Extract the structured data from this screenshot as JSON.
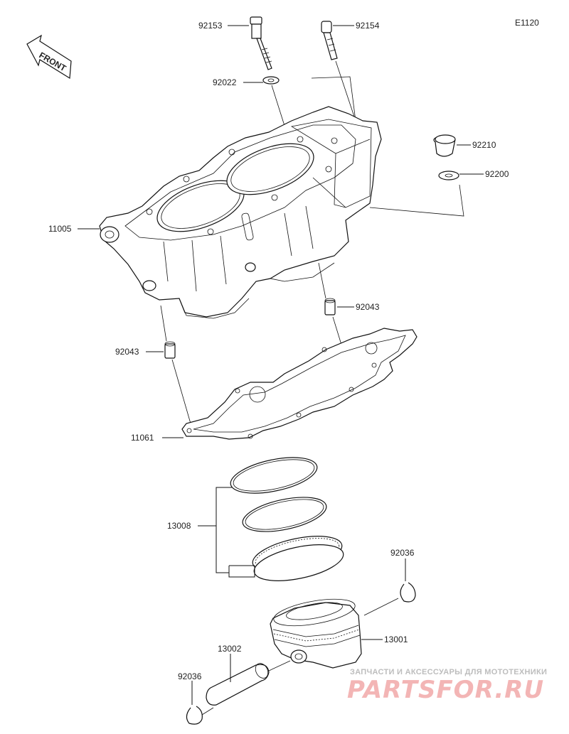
{
  "diagram_code": "E1120",
  "front_label": "FRONT",
  "parts": {
    "bolt_92153": "92153",
    "bolt_92154": "92154",
    "washer_92022": "92022",
    "collar_92210": "92210",
    "washer_92200": "92200",
    "cylinder_11005": "11005",
    "dowel_92043_right": "92043",
    "dowel_92043_left": "92043",
    "gasket_11061": "11061",
    "ring_set_13008": "13008",
    "circlip_92036_right": "92036",
    "piston_13001": "13001",
    "pin_13002": "13002",
    "circlip_92036_left": "92036"
  },
  "watermark": {
    "tagline": "ЗАПЧАСТИ И АКСЕССУАРЫ ДЛЯ МОТОТЕХНИКИ",
    "logo": "PARTSFOR.RU"
  }
}
